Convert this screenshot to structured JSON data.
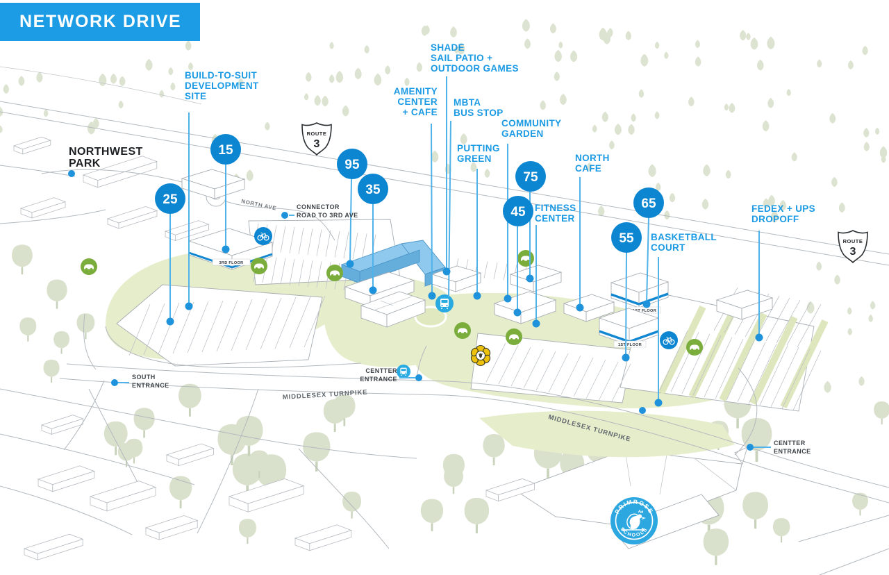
{
  "banner": {
    "title": "NETWORK DRIVE"
  },
  "park_label": "NORTHWEST\nPARK",
  "route_shield": {
    "word": "ROUTE",
    "number": "3"
  },
  "callouts": {
    "build_to_suit": "BUILD-TO-SUIT\nDEVELOPMENT\nSITE",
    "shade_sail": "SHADE\nSAIL PATIO +\nOUTDOOR GAMES",
    "amenity_center": "AMENITY\nCENTER\n+ CAFE",
    "mbta": "MBTA\nBUS STOP",
    "community_garden": "COMMUNITY\nGARDEN",
    "putting_green": "PUTTING\nGREEN",
    "north_cafe": "NORTH\nCAFE",
    "fitness_center": "FITNESS\nCENTER",
    "basketball_court": "BASKETBALL\nCOURT",
    "fedex_ups": "FEDEX + UPS\nDROPOFF"
  },
  "buildings": {
    "b15": "15",
    "b25": "25",
    "b35": "35",
    "b45": "45",
    "b55": "55",
    "b65": "65",
    "b75": "75",
    "b95": "95"
  },
  "floor_labels": {
    "third_floor": "3RD FLOOR",
    "first_floor_65": "1ST FLOOR",
    "first_floor_55": "1ST FLOOR"
  },
  "roads": {
    "north_ave": "NORTH AVE",
    "connector": "CONNECTOR\nROAD TO 3RD AVE",
    "middlesex_1": "MIDDLESEX TURNPIKE",
    "middlesex_2": "MIDDLESEX TURNPIKE",
    "south_entrance": "SOUTH\nENTRANCE",
    "center_entrance_1": "CENTTER\nENTRANCE",
    "center_entrance_2": "CENTTER\nENTRANCE"
  },
  "logo": {
    "arc_top": "PRIMROSE",
    "arc_bottom": "SCHOOLS"
  },
  "colors": {
    "banner_blue": "#1B9CE4",
    "circle_blue": "#0D86D2",
    "label_blue": "#1B9AE4",
    "leader_blue": "#4FB2E8",
    "building_blue": "#8FC9EE",
    "accent_stripe": "#1287D1",
    "ev_green": "#7BAD3C",
    "bee_gold": "#EDC10C",
    "tree_green": "#DCE3D0",
    "lawn_green": "#E6EDCB"
  }
}
